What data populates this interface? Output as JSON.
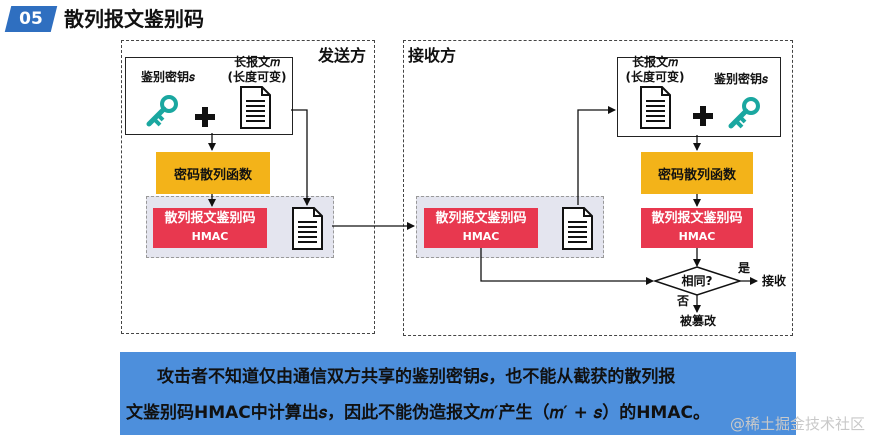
{
  "header": {
    "number": "05",
    "title": "散列报文鉴别码"
  },
  "sender": {
    "title": "发送方",
    "key_label": "鉴别密钥𝑠",
    "message_label_1": "长报文𝑚",
    "message_label_2": "(长度可变)",
    "hash_label": "密码散列函数",
    "hmac_label": "散列报文鉴别码",
    "hmac_sub": "HMAC"
  },
  "receiver": {
    "title": "接收方",
    "message_label_1": "长报文𝑚",
    "message_label_2": "(长度可变)",
    "key_label": "鉴别密钥𝑠",
    "hash_label": "密码散列函数",
    "hmac_in_label": "散列报文鉴别码",
    "hmac_in_sub": "HMAC",
    "hmac_label": "散列报文鉴别码",
    "hmac_sub": "HMAC",
    "decision_label": "相同?",
    "yes_label": "是",
    "no_label": "否",
    "accept_label": "接收",
    "tampered_label": "被篡改"
  },
  "note": {
    "line1": "攻击者不知道仅由通信双方共享的鉴别密钥𝑠，也不能从截获的散列报",
    "line2": "文鉴别码HMAC中计算出𝑠，因此不能伪造报文𝑚′产生（𝑚′ + 𝑠）的HMAC。"
  },
  "watermark": "@稀土掘金技术社区",
  "colors": {
    "badge": "#2f6fc0",
    "hash": "#f3b319",
    "hmac": "#e8384f",
    "key": "#1aa7a0",
    "note_bg": "#4d8fdc"
  },
  "icons": {
    "key": "key-icon",
    "plus": "plus-icon",
    "document": "document-icon"
  }
}
